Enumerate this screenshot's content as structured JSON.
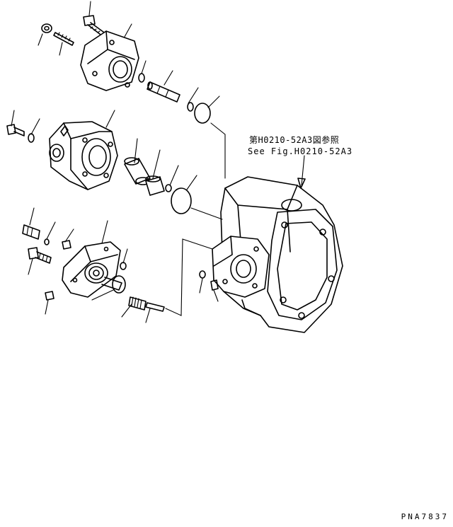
{
  "reference": {
    "jp": "第H0210-52A3図参照",
    "en": "See Fig.H0210-52A3"
  },
  "drawing_code": "PNA7837"
}
